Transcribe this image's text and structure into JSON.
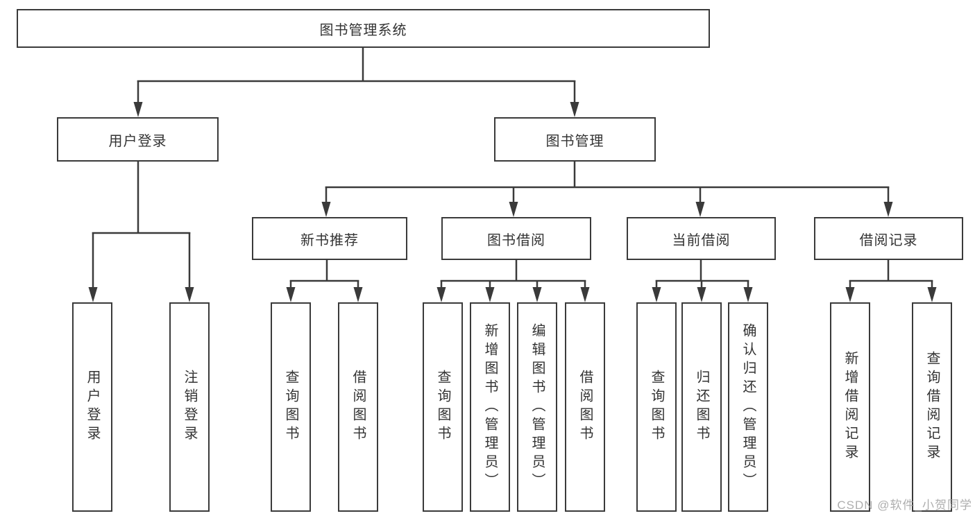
{
  "tree": {
    "label": "图书管理系统",
    "children": [
      {
        "label": "用户登录",
        "children": [
          {
            "label": "用户登录"
          },
          {
            "label": "注销登录"
          }
        ]
      },
      {
        "label": "图书管理",
        "children": [
          {
            "label": "新书推荐",
            "children": [
              {
                "label": "查询图书"
              },
              {
                "label": "借阅图书"
              }
            ]
          },
          {
            "label": "图书借阅",
            "children": [
              {
                "label": "查询图书"
              },
              {
                "label": "新增图书（管理员）"
              },
              {
                "label": "编辑图书（管理员）"
              },
              {
                "label": "借阅图书"
              }
            ]
          },
          {
            "label": "当前借阅",
            "children": [
              {
                "label": "查询图书"
              },
              {
                "label": "归还图书"
              },
              {
                "label": "确认归还（管理员）"
              }
            ]
          },
          {
            "label": "借阅记录",
            "children": [
              {
                "label": "新增借阅记录"
              },
              {
                "label": "查询借阅记录"
              }
            ]
          }
        ]
      }
    ]
  },
  "colors": {
    "line": "#3a3a3a",
    "text": "#333333",
    "watermark": "#a0a0a0"
  },
  "watermark": {
    "text": "CSDN @软件_小贺同学"
  }
}
